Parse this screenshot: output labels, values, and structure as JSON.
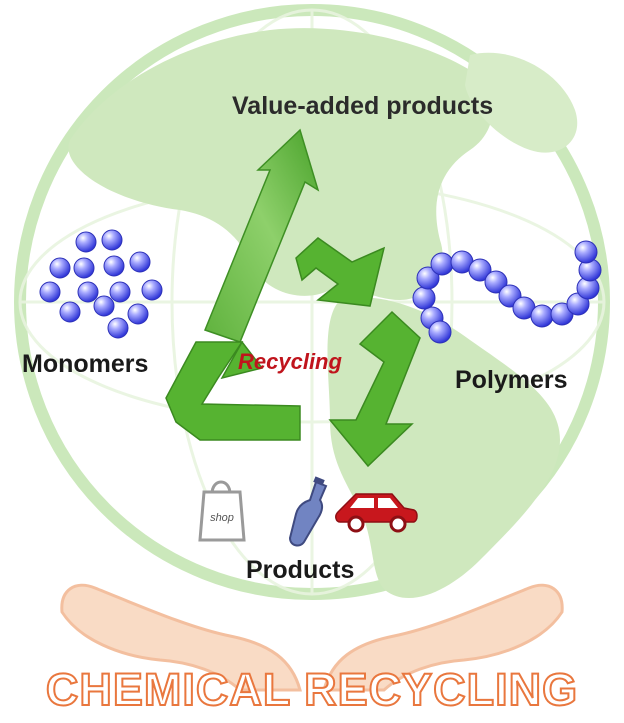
{
  "labels": {
    "value_added": "Value-added products",
    "monomers": "Monomers",
    "polymers": "Polymers",
    "products": "Products",
    "recycling": "Recycling",
    "shop": "shop",
    "banner": "CHEMICAL RECYCLING"
  },
  "colors": {
    "globe": "#dcefd0",
    "globe_outline": "#b9e0a5",
    "arrow_green": "#4aab2e",
    "arrow_light": "#7ecb5c",
    "sphere_blue": "#5a5ef0",
    "recycling_text": "#c0141c",
    "banner_stroke": "#e9773e",
    "hands": "#f7c9a8",
    "car": "#c8171d",
    "bottle": "#6a7ab8",
    "bag": "#a0a0a0"
  },
  "icons": [
    "globe-icon",
    "recycle-arrows-icon",
    "up-arrow-icon",
    "monomer-spheres-icon",
    "polymer-chain-icon",
    "shopping-bag-icon",
    "bottle-icon",
    "car-icon",
    "hands-icon"
  ]
}
